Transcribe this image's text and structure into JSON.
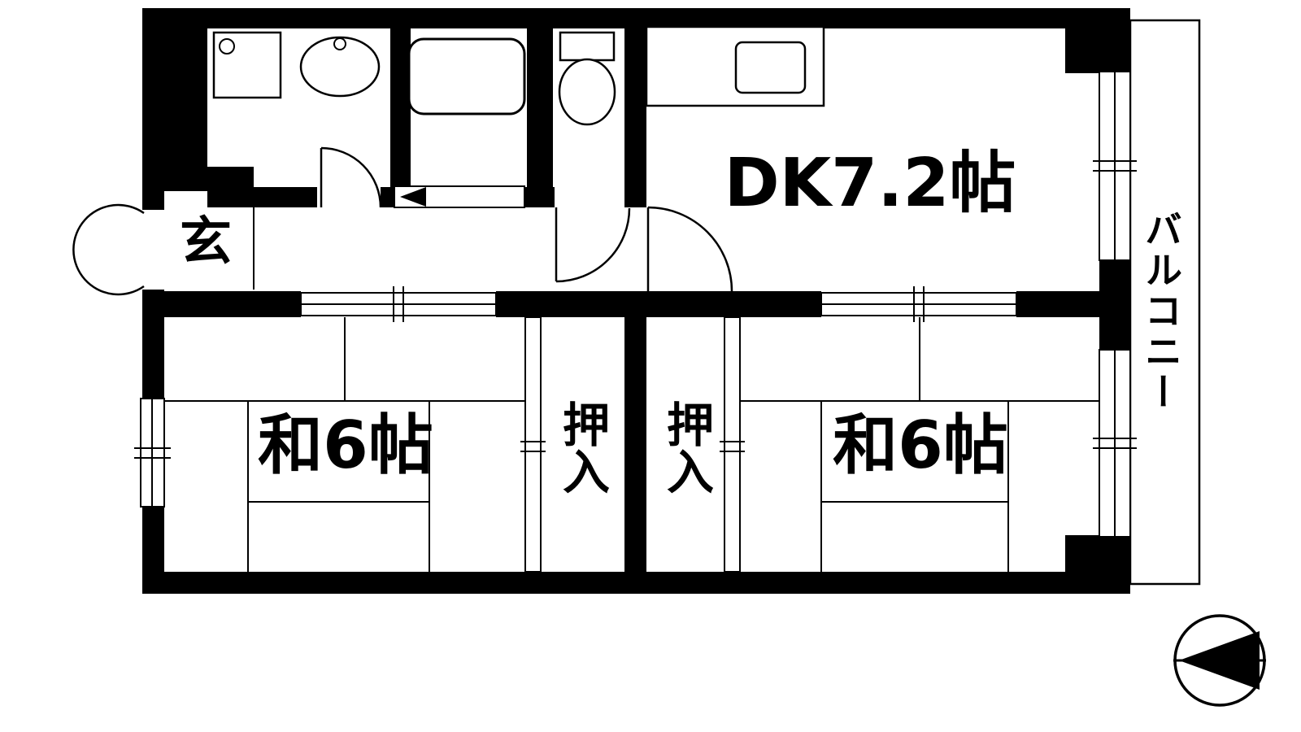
{
  "floorplan": {
    "labels": {
      "dk": "DK7.2帖",
      "washitsu_left": "和6帖",
      "washitsu_right": "和6帖",
      "oshiire_left": "押入",
      "oshiire_right": "押入",
      "genkan": "玄",
      "balcony": "バルコニー"
    },
    "colors": {
      "wall": "#000000",
      "background": "#ffffff"
    }
  }
}
